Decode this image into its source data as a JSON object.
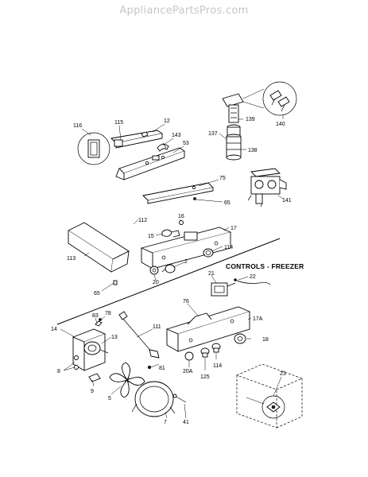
{
  "watermark": "AppliancePartsPros.com",
  "section_title": "CONTROLS - FREEZER",
  "callouts": {
    "c116": "116",
    "c115": "115",
    "c12": "12",
    "c143": "143",
    "c53": "53",
    "c139": "139",
    "c140": "140",
    "c137": "137",
    "c138": "138",
    "c75": "75",
    "c65a": "65",
    "c141": "141",
    "c112": "112",
    "c16": "16",
    "c15": "15",
    "c17": "17",
    "c113": "113",
    "c114a": "114",
    "c2": "2",
    "c20": "20",
    "c65b": "65",
    "c21": "21",
    "c22": "22",
    "c76": "76",
    "c17a": "17A",
    "c83": "83",
    "c78": "78",
    "c14": "14",
    "c111": "111",
    "c13": "13",
    "c18": "18",
    "c8": "8",
    "c81": "81",
    "c20a": "20A",
    "c125": "125",
    "c114b": "114",
    "c9": "9",
    "c5": "5",
    "c23": "23",
    "c7": "7",
    "c41": "41"
  }
}
